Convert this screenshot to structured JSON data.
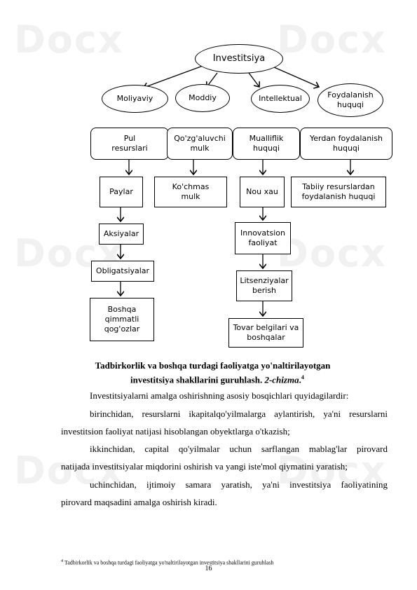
{
  "watermarks": [
    "Docx",
    "Docx",
    "Docx",
    "Docx",
    "Docx",
    "Docx"
  ],
  "diagram": {
    "root": "Investitsiya",
    "types": [
      "Moliyaviy",
      "Moddiy",
      "Intellektual",
      "Foydalanish huquqi"
    ],
    "groups": [
      "Pul resurslari",
      "Qo'zg'aluvchi mulk",
      "Mualliflik huquqi",
      "Yerdan foydalanish huquqi"
    ],
    "second": [
      "Paylar",
      "Ko'chmas mulk",
      "Nou xau",
      "Tabiiy resurslardan foydalanish huquqi"
    ],
    "col1": [
      "Aksiyalar",
      "Obligatsiyalar",
      "Boshqa qimmatli qog'ozlar"
    ],
    "col3": [
      "Innovatsion faoliyat",
      "Litsenziyalar berish",
      "Tovar belgilari va boshqalar"
    ]
  },
  "caption": {
    "line1": "Tadbirkorlik va boshqa turdagi faoliyatga yo'naltirilayotgan",
    "line2": "investitsiya shakllarini guruhlash.",
    "label": "2-chizma",
    "ref": "4"
  },
  "body": {
    "intro": "Investitsiyalarni amalga oshirishning asosiy bosqichlari quyidagilardir:",
    "p1a": "birinchidan, resurslarni ikapitalqo'yilmalarga aylantirish, ya'ni resurslarni",
    "p1b": "investitsion faoliyat natijasi hisoblangan obyektlarga o'tkazish;",
    "p2a": "ikkinchidan, capital qo'yilmalar uchun sarflangan mablag'lar pirovard",
    "p2b": "natijada investitsiyalar miqdorini oshirish va yangi iste'mol qiymatini yaratish;",
    "p3a": "uchinchidan, ijtimoiy samara yaratish, ya'ni investitsiya faoliyatining",
    "p3b": "pirovard maqsadini amalga oshirish kiradi."
  },
  "footnote": {
    "num": "4",
    "text": "Tadbirkorlik va boshqa turdagi faoliyatga yo'naltirilayotgan investitsiya shakllarini guruhlash"
  },
  "page_number": "16"
}
